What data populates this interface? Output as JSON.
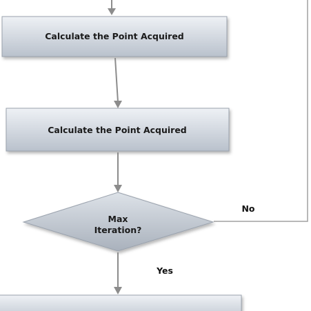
{
  "nodes": {
    "box1": {
      "label": "Calculate the Point Acquired"
    },
    "box2": {
      "label": "Calculate the Point Acquired"
    },
    "decision": {
      "line1": "Max",
      "line2": "Iteration?"
    }
  },
  "edges": {
    "no_label": "No",
    "yes_label": "Yes"
  },
  "colors": {
    "box_fill_top": "#eef1f5",
    "box_fill_bottom": "#b9c1cc",
    "diamond_fill_top": "#dde2e8",
    "diamond_fill_bottom": "#a9b1bc",
    "connector": "#8c8c8c",
    "border": "#9aa2ad"
  }
}
